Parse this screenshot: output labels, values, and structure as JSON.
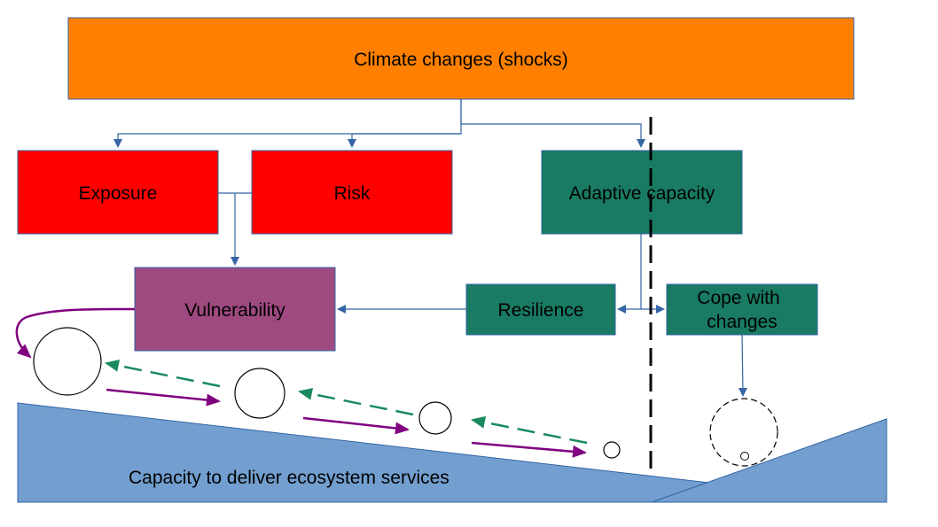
{
  "diagram": {
    "boxes": {
      "climate": {
        "label": "Climate changes (shocks)"
      },
      "exposure": {
        "label": "Exposure"
      },
      "risk": {
        "label": "Risk"
      },
      "adaptive": {
        "label": "Adaptive capacity"
      },
      "vulnerability": {
        "label": "Vulnerability"
      },
      "resilience": {
        "label": "Resilience"
      },
      "cope": {
        "line1": "Cope with",
        "line2": "changes"
      }
    },
    "slope_label": "Capacity to deliver ecosystem services"
  },
  "colors": {
    "climate": "#ff8000",
    "exposure_risk": "#ff0000",
    "adaptive_green": "#197b63",
    "vulnerability": "#9e4a80",
    "slope": "#729fcf",
    "connector": "#3465a4",
    "purple_arrow": "#800080",
    "green_dashed_arrow": "#1a8a5e"
  }
}
